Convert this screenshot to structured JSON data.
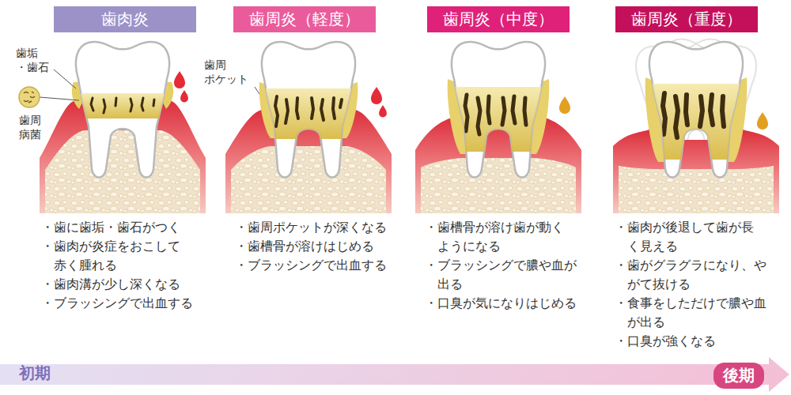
{
  "diagram": {
    "nodes": [
      {
        "text": [
          "歯肉炎"
        ]
      },
      {
        "text": [
          "歯周炎（軽度）"
        ]
      },
      {
        "text": [
          "歯周炎（中度）"
        ]
      },
      {
        "text": [
          "歯周炎（重度）"
        ]
      },
      {
        "text": [
          "後期"
        ]
      }
    ],
    "labels": [
      "歯垢 ・歯石",
      "歯周 病菌",
      "歯周 ポケット",
      "・歯に歯垢・歯石がつく",
      "・歯肉が炎症をおこして 赤く腫れる",
      "・歯肉溝が少し深くなる",
      "・ブラッシングで出血する",
      "・歯周ポケットが深くなる",
      "・歯槽骨が溶けはじめる",
      "・ブラッシングで出血する",
      "・歯槽骨が溶け歯が動く ようになる",
      "・ブラッシングで膿や血が 出る",
      "・口臭が気になりはじめる",
      "・歯肉が後退して歯が長 く見える",
      "・歯がグラグラになり、や がて抜ける",
      "・食事をしただけで膿や血 が出る",
      "・口臭が強くなる",
      "初期"
    ]
  }
}
